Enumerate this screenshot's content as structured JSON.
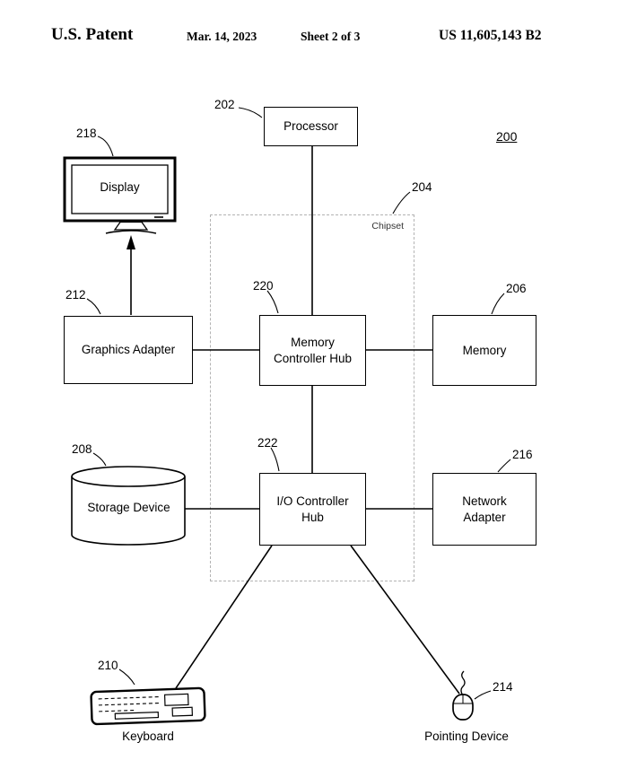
{
  "header": {
    "left": "U.S. Patent",
    "date": "Mar. 14, 2023",
    "sheet": "Sheet 2 of 3",
    "patent_number": "US 11,605,143 B2"
  },
  "figure": {
    "ref": "200",
    "nodes": {
      "processor": {
        "label": "Processor",
        "ref": "202"
      },
      "display": {
        "label": "Display",
        "ref": "218"
      },
      "chipset": {
        "label": "Chipset",
        "ref": "204"
      },
      "graphics_adapter": {
        "label": "Graphics Adapter",
        "ref": "212"
      },
      "memory_controller_hub": {
        "label": "Memory Controller Hub",
        "ref": "220"
      },
      "memory": {
        "label": "Memory",
        "ref": "206"
      },
      "storage_device": {
        "label": "Storage Device",
        "ref": "208"
      },
      "io_controller_hub": {
        "label": "I/O Controller Hub",
        "ref": "222"
      },
      "network_adapter": {
        "label": "Network Adapter",
        "ref": "216"
      },
      "keyboard": {
        "label": "Keyboard",
        "ref": "210"
      },
      "pointing_device": {
        "label": "Pointing Device",
        "ref": "214"
      }
    }
  }
}
